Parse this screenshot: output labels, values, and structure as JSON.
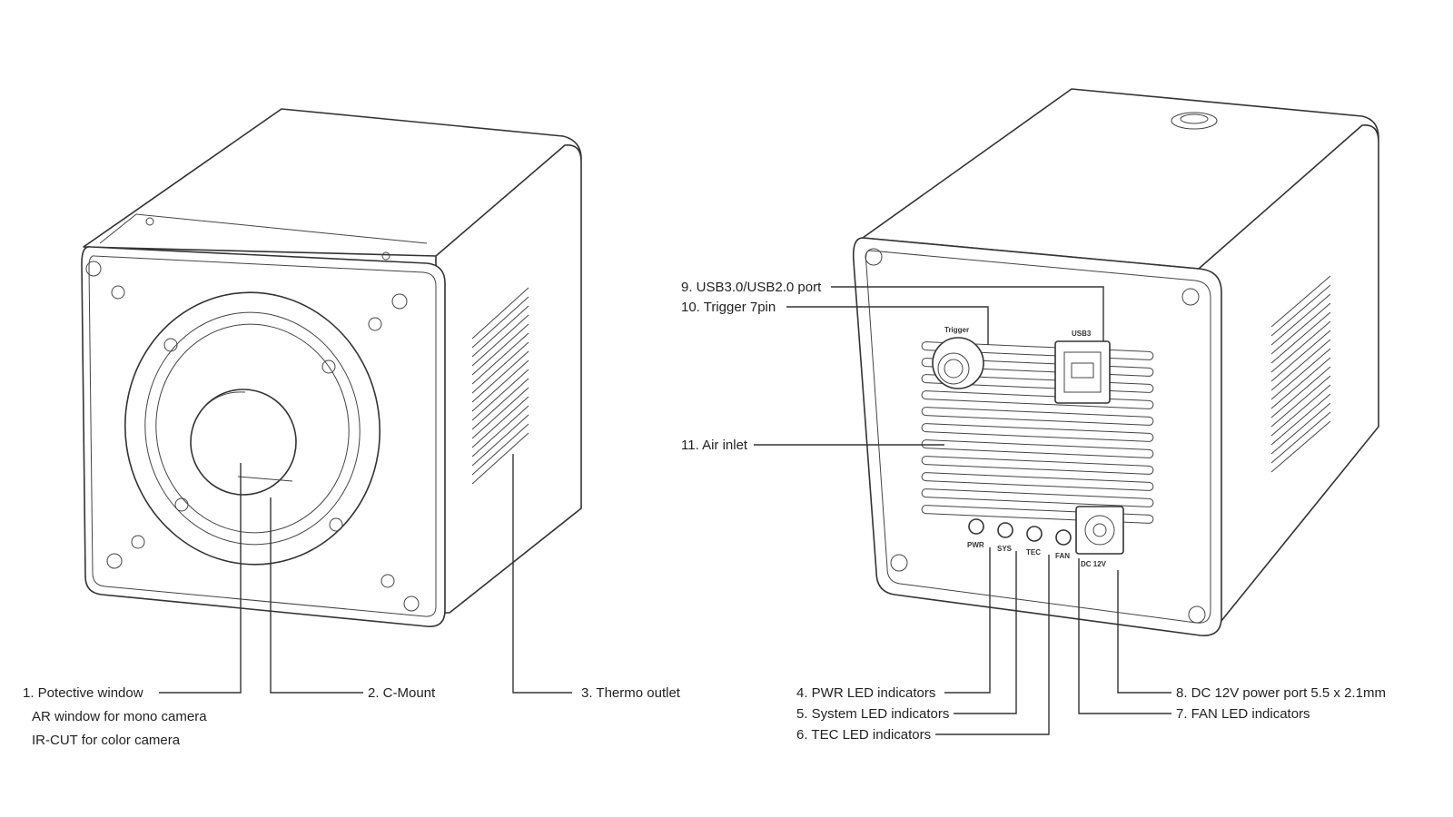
{
  "front_view": {
    "labels": {
      "protective_window": [
        "1. Potective window",
        "AR window for mono camera",
        "IR-CUT for color camera"
      ],
      "c_mount": "2. C-Mount",
      "thermo_outlet": "3. Thermo outlet"
    }
  },
  "rear_view": {
    "panel_text": {
      "trigger": "Trigger",
      "usb": "USB3",
      "pwr": "PWR",
      "sys": "SYS",
      "tec": "TEC",
      "fan": "FAN",
      "dc": "DC 12V"
    },
    "labels": {
      "usb_port": "9. USB3.0/USB2.0 port",
      "trigger": "10. Trigger 7pin",
      "air_inlet": "11. Air inlet",
      "pwr_led": "4. PWR LED indicators",
      "system_led": "5. System LED indicators",
      "tec_led": "6. TEC LED indicators",
      "fan_led": "7. FAN LED indicators",
      "dc_port": "8. DC 12V power port 5.5 x 2.1mm"
    }
  }
}
